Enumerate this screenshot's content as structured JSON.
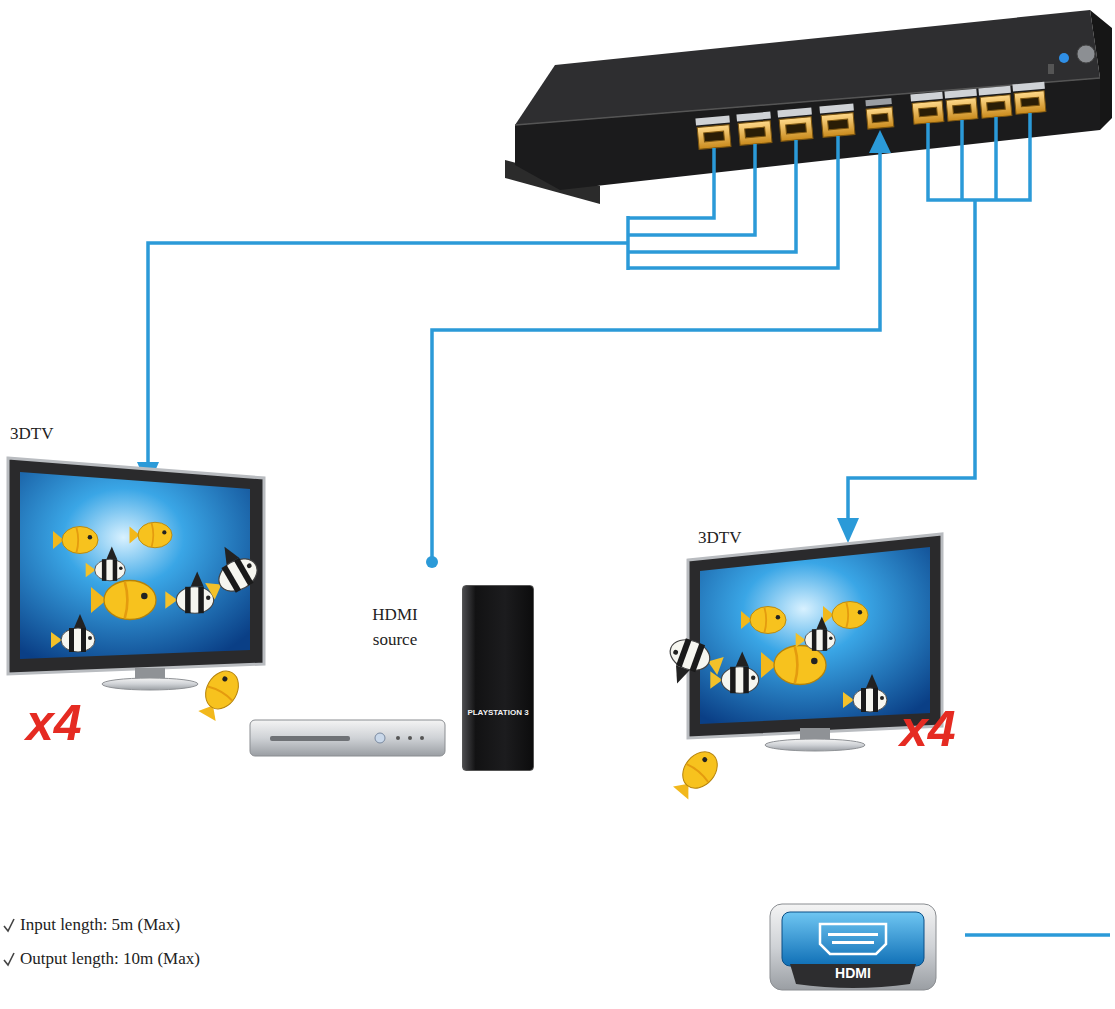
{
  "diagram": {
    "nodes": [
      {
        "text": [
          "3DTV"
        ]
      },
      {
        "text": [
          "HDMI source"
        ]
      },
      {
        "text": [
          "PLAYSTATION 3"
        ]
      },
      {
        "text": [
          "3DTV"
        ]
      }
    ],
    "labels": [
      "x4",
      "x4",
      "Input length: 5m (Max)",
      "Output length: 10m (Max)",
      "HDMI"
    ]
  }
}
